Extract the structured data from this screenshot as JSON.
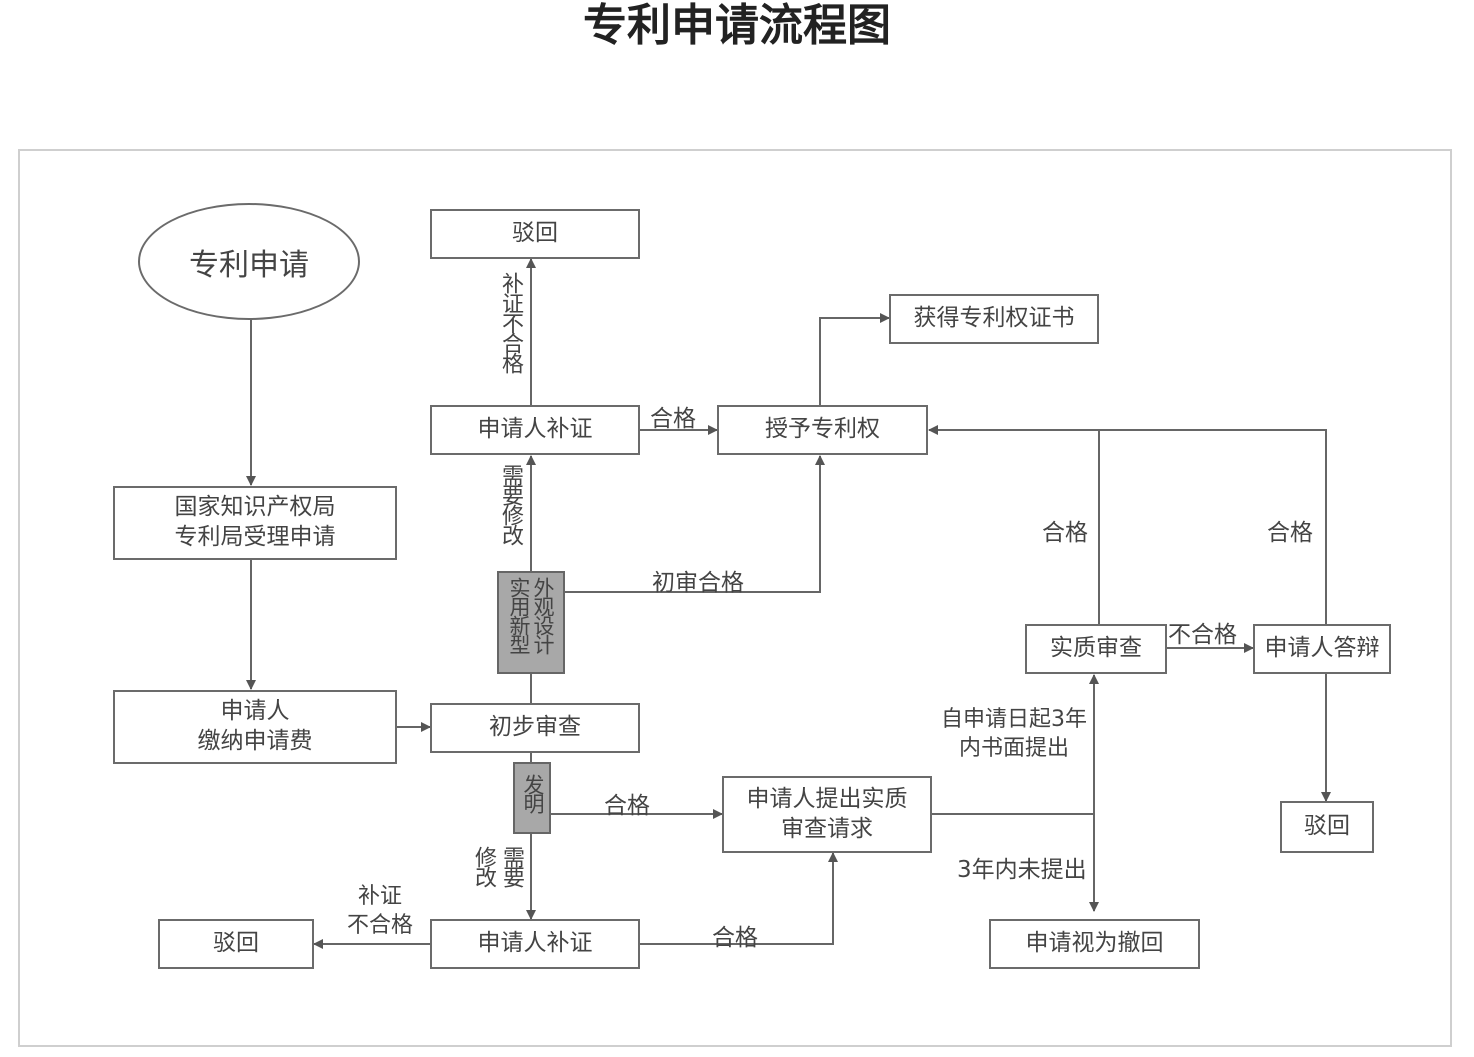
{
  "title": "专利申请流程图",
  "nodes": {
    "start": "专利申请",
    "reject_top": "驳回",
    "certificate": "获得专利权证书",
    "supplement_top": "申请人补证",
    "grant": "授予专利权",
    "office_accept": "国家知识产权局\n专利局受理申请",
    "pay_fee": "申请人\n缴纳申请费",
    "prelim_exam": "初步审查",
    "substantive_exam": "实质审查",
    "applicant_reply": "申请人答辩",
    "request_exam": "申请人提出实质\n审查请求",
    "reject_right": "驳回",
    "reject_bottom": "驳回",
    "supplement_bottom": "申请人补证",
    "deemed_withdrawn": "申请视为撤回"
  },
  "tags": {
    "design": "外观设计",
    "utility": "实用新型",
    "invention": "发明"
  },
  "labels": {
    "supp_fail_top": "补证不合格",
    "pass_supp_to_grant": "合格",
    "needs_mod_top": "需要修改",
    "prelim_pass": "初审合格",
    "pass_substantive": "合格",
    "pass_reply": "合格",
    "fail_substantive": "不合格",
    "within_3y": "自申请日起3年\n内书面提出",
    "invention_pass": "合格",
    "not_within_3y": "3年内未提出",
    "needs_mod_bottom_1": "修改",
    "needs_mod_bottom_2": "需要",
    "supp_fail_bottom": "补证\n不合格",
    "pass_bottom": "合格"
  }
}
